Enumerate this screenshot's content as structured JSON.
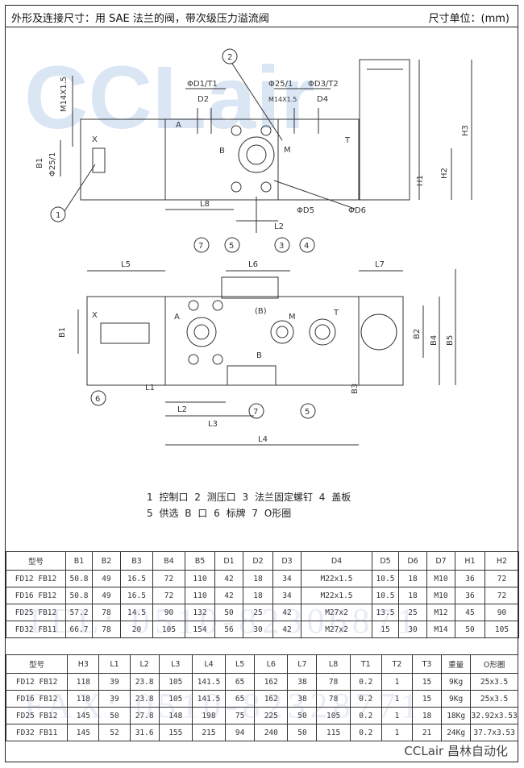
{
  "header": {
    "title": "外形及连接尺寸：用 SAE 法兰的阀，带次级压力溢流阀",
    "unit": "尺寸单位：(mm)"
  },
  "watermark": {
    "logo": "CCLair",
    "logo_cn": "昌林自动化",
    "tel": "TEL: 0510-82306871",
    "fax": "FAX: 0510-82328771"
  },
  "drawing": {
    "top_labels": {
      "m14": "M14X1.5",
      "phi25": "Φ25/1",
      "b1": "B1",
      "x": "X",
      "d1t1": "ΦD1/T1",
      "d2": "D2",
      "a": "A",
      "b": "B",
      "p25": "Φ25/1",
      "m14b": "M14X1.5",
      "d3t2": "ΦD3/T2",
      "d4": "D4",
      "m": "M",
      "t": "T",
      "h1": "H1",
      "h2": "H2",
      "h3": "H3",
      "l8": "L8",
      "l2": "L2",
      "d5": "ΦD5",
      "d6": "ΦD6",
      "c1": "1",
      "c2": "2"
    },
    "bottom_labels": {
      "l5": "L5",
      "l6": "L6",
      "l7": "L7",
      "a": "A",
      "bp": "(B)",
      "m": "M",
      "t": "T",
      "x": "X",
      "b1": "B1",
      "b2": "B2",
      "b3": "B3",
      "b4": "B4",
      "b5": "B5",
      "b": "B",
      "l1": "L1",
      "l2": "L2",
      "l3": "L3",
      "l4": "L4",
      "c3": "3",
      "c4": "4",
      "c5": "5",
      "c5b": "5",
      "c6": "6",
      "c7": "7",
      "c7b": "7"
    }
  },
  "legend": {
    "line1": "1  控制口    2  测压口    3  法兰固定螺钉   4  盖板",
    "line2": "5  供选 B 口 6  标牌     7  O形圈"
  },
  "table1": {
    "headers": [
      "型号",
      "B1",
      "B2",
      "B3",
      "B4",
      "B5",
      "D1",
      "D2",
      "D3",
      "D4",
      "D5",
      "D6",
      "D7",
      "H1",
      "H2"
    ],
    "rows": [
      [
        "FD12 FB12",
        "50.8",
        "49",
        "16.5",
        "72",
        "110",
        "42",
        "18",
        "34",
        "M22x1.5",
        "10.5",
        "18",
        "M10",
        "36",
        "72"
      ],
      [
        "FD16 FB12",
        "50.8",
        "49",
        "16.5",
        "72",
        "110",
        "42",
        "18",
        "34",
        "M22x1.5",
        "10.5",
        "18",
        "M10",
        "36",
        "72"
      ],
      [
        "FD25 FB12",
        "57.2",
        "78",
        "14.5",
        "90",
        "132",
        "50",
        "25",
        "42",
        "M27x2",
        "13.5",
        "25",
        "M12",
        "45",
        "90"
      ],
      [
        "FD32 FB11",
        "66.7",
        "78",
        "20",
        "105",
        "154",
        "56",
        "30",
        "42",
        "M27x2",
        "15",
        "30",
        "M14",
        "50",
        "105"
      ]
    ]
  },
  "table2": {
    "headers": [
      "型号",
      "H3",
      "L1",
      "L2",
      "L3",
      "L4",
      "L5",
      "L6",
      "L7",
      "L8",
      "T1",
      "T2",
      "T3",
      "重量",
      "O形圈"
    ],
    "rows": [
      [
        "FD12 FB12",
        "118",
        "39",
        "23.8",
        "105",
        "141.5",
        "65",
        "162",
        "38",
        "78",
        "0.2",
        "1",
        "15",
        "9Kg",
        "25x3.5"
      ],
      [
        "FD16 FB12",
        "118",
        "39",
        "23.8",
        "105",
        "141.5",
        "65",
        "162",
        "38",
        "78",
        "0.2",
        "1",
        "15",
        "9Kg",
        "25x3.5"
      ],
      [
        "FD25 FB12",
        "145",
        "50",
        "27.8",
        "148",
        "198",
        "75",
        "225",
        "50",
        "105",
        "0.2",
        "1",
        "18",
        "18Kg",
        "32.92x3.53"
      ],
      [
        "FD32 FB11",
        "145",
        "52",
        "31.6",
        "155",
        "215",
        "94",
        "240",
        "50",
        "115",
        "0.2",
        "1",
        "21",
        "24Kg",
        "37.7x3.53"
      ]
    ]
  },
  "footer": {
    "brand": "CCLair 昌林自动化"
  }
}
